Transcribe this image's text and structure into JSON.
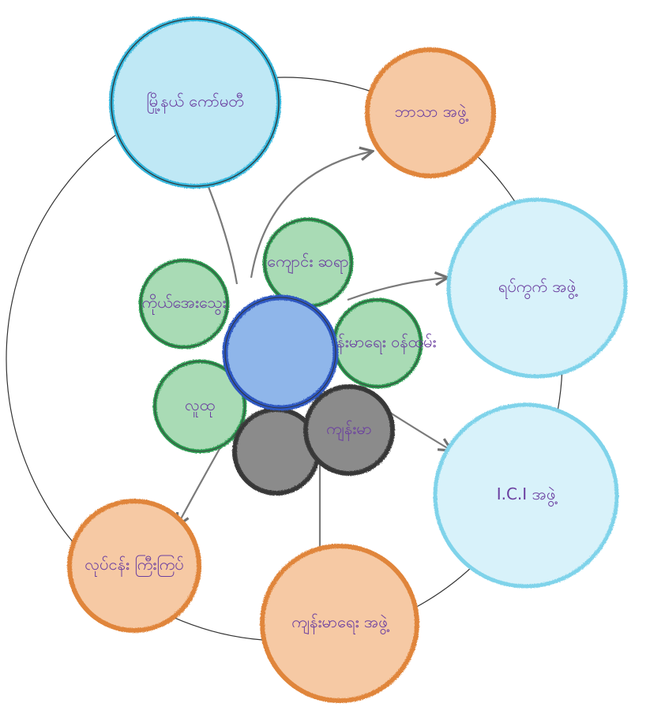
{
  "diagram": {
    "nodes": [
      {
        "id": "center",
        "group": "core",
        "label": "",
        "color": "#2f59c2"
      },
      {
        "id": "petal_top",
        "group": "inner",
        "label": "ကျောင်း ဆရာ",
        "color": "#2c9a50"
      },
      {
        "id": "petal_right",
        "group": "inner",
        "label": "ကျန်းမာရေး ဝန်ထမ်း",
        "color": "#2c9a50"
      },
      {
        "id": "petal_lu",
        "group": "inner",
        "label": "ကိုယ်အေးသွေး",
        "color": "#2c9a50"
      },
      {
        "id": "petal_ll",
        "group": "inner",
        "label": "လူထု",
        "color": "#2c9a50"
      },
      {
        "id": "petal_bl",
        "group": "inner",
        "label": "",
        "color": "#3a3a3a"
      },
      {
        "id": "petal_br",
        "group": "inner",
        "label": "ကျန်းမာ",
        "color": "#3a3a3a"
      },
      {
        "id": "outer_tl",
        "group": "outer",
        "label": "မြို့နယ် ကော်မတီ",
        "color": "#35b7dd"
      },
      {
        "id": "outer_top",
        "group": "outer",
        "label": "ဘာသာ အဖွဲ့",
        "color": "#e0853b"
      },
      {
        "id": "outer_r1",
        "group": "outer",
        "label": "ရပ်ကွက် အဖွဲ့",
        "color": "#35b7dd"
      },
      {
        "id": "outer_r2",
        "group": "outer",
        "label": "I.C.I အဖွဲ့",
        "color": "#35b7dd"
      },
      {
        "id": "outer_bot",
        "group": "outer",
        "label": "ကျန်းမာရေး အဖွဲ့",
        "color": "#e0853b"
      },
      {
        "id": "outer_bl",
        "group": "outer",
        "label": "လုပ်ငန်း ကြီးကြပ်",
        "color": "#e0853b"
      }
    ]
  }
}
